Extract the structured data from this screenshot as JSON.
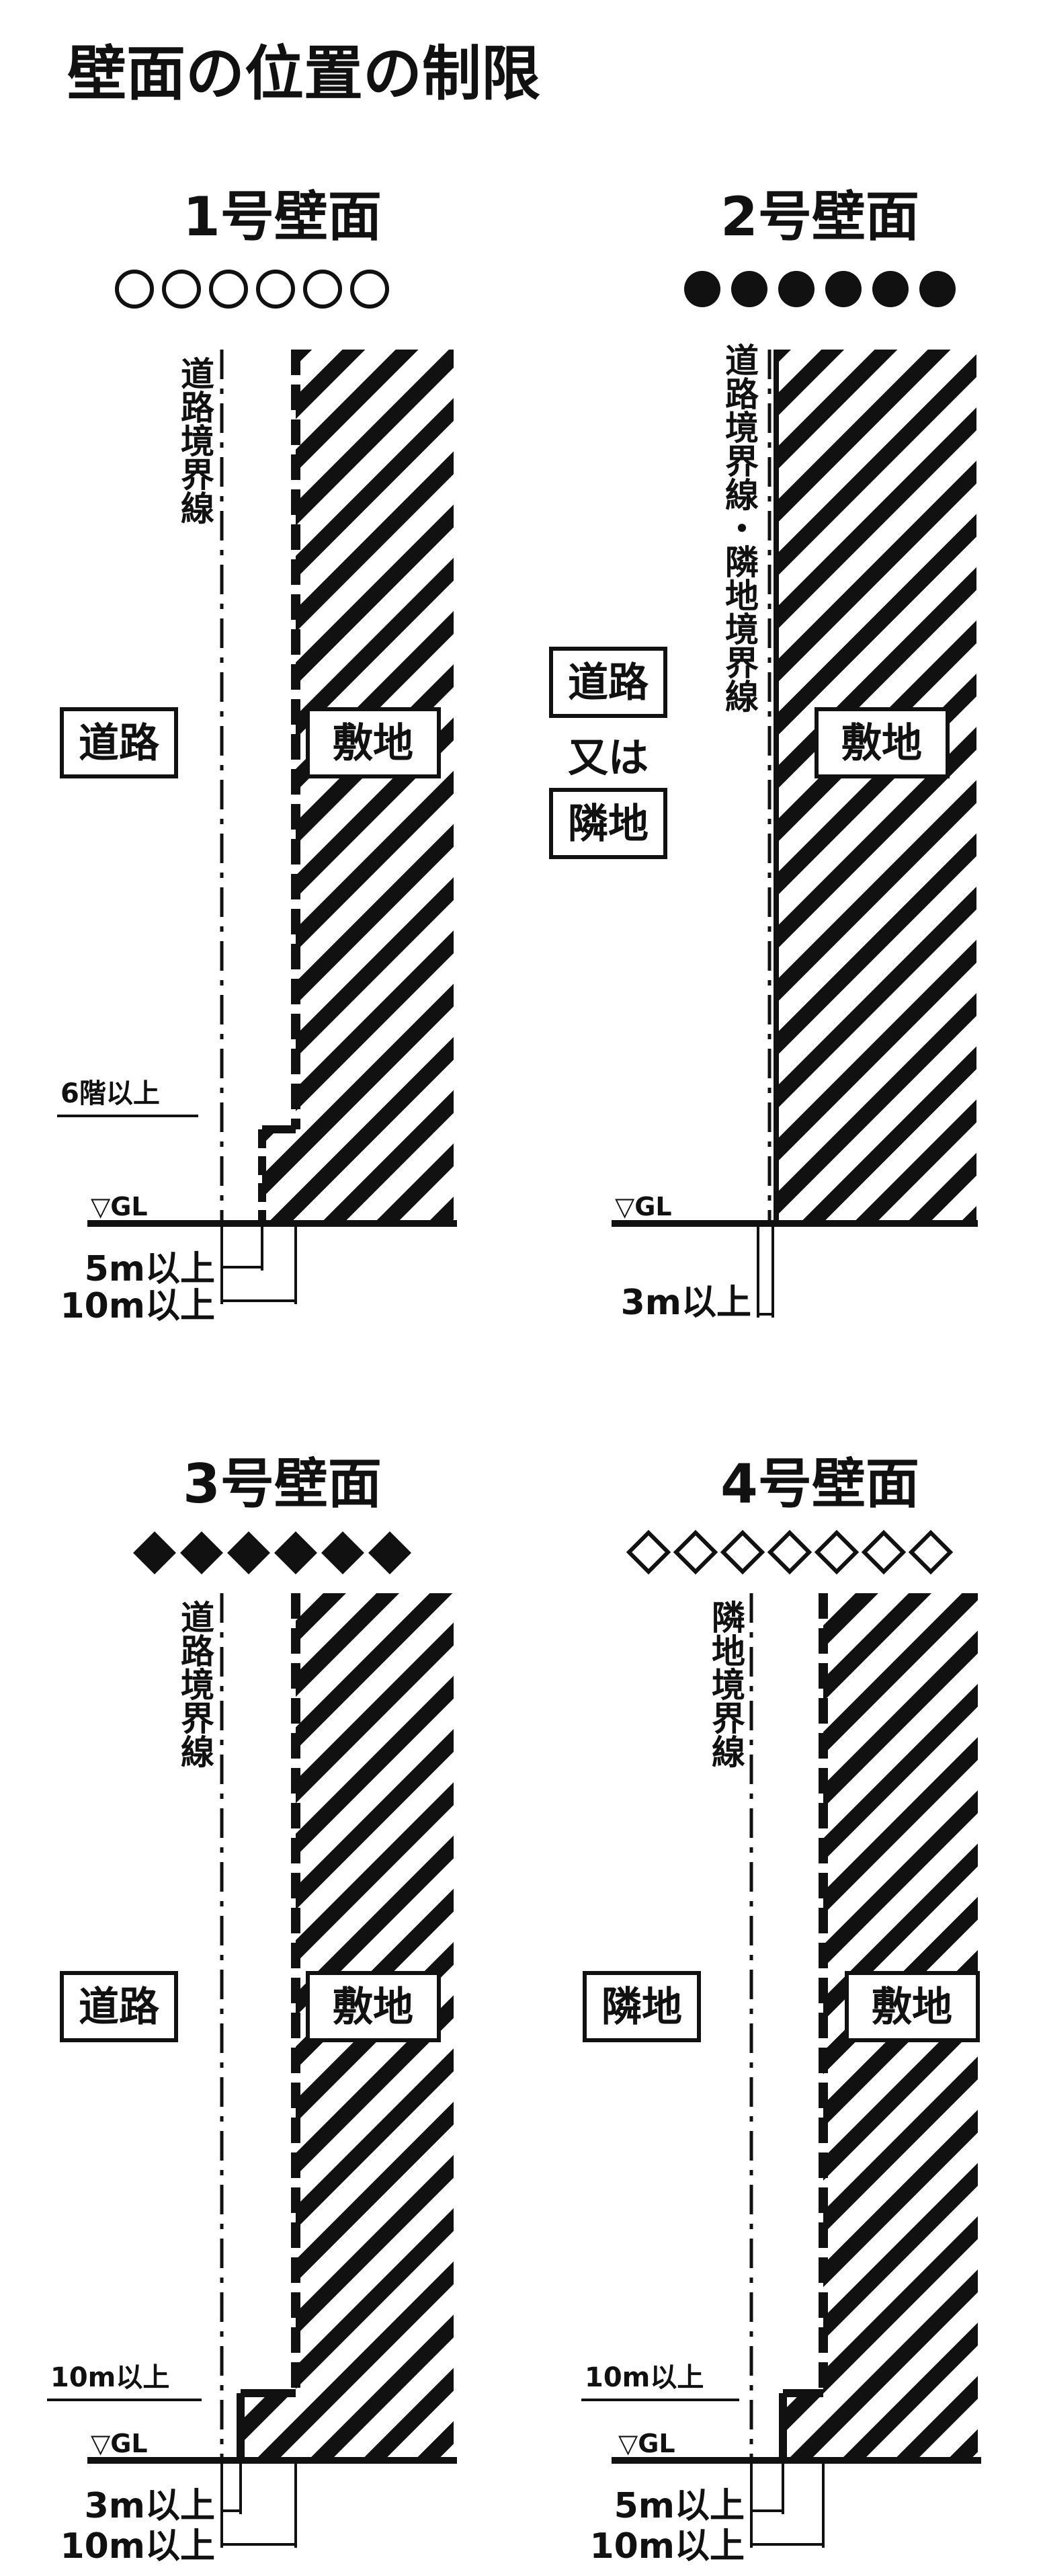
{
  "page_title": "壁面の位置の制限",
  "common": {
    "gl_label": "▽GL",
    "site_label": "敷地",
    "road_label": "道路",
    "neighbor_label": "隣地",
    "or_label": "又は"
  },
  "panels": [
    {
      "title": "1号壁面",
      "marker_symbol": "○",
      "boundary_label": "道路境界線",
      "left_labels": [
        "道路"
      ],
      "upper_label": "6階以上",
      "dims": [
        "5m以上",
        "10m以上"
      ]
    },
    {
      "title": "2号壁面",
      "marker_symbol": "●",
      "boundary_label": "道路境界線・隣地境界線",
      "left_labels": [
        "道路",
        "又は",
        "隣地"
      ],
      "upper_label": "",
      "dims": [
        "3m以上"
      ]
    },
    {
      "title": "3号壁面",
      "marker_symbol": "◆",
      "boundary_label": "道路境界線",
      "left_labels": [
        "道路"
      ],
      "upper_label": "10m以上",
      "dims": [
        "3m以上",
        "10m以上"
      ]
    },
    {
      "title": "4号壁面",
      "marker_symbol": "◇",
      "boundary_label": "隣地境界線",
      "left_labels": [
        "隣地"
      ],
      "upper_label": "10m以上",
      "dims": [
        "5m以上",
        "10m以上"
      ]
    }
  ]
}
